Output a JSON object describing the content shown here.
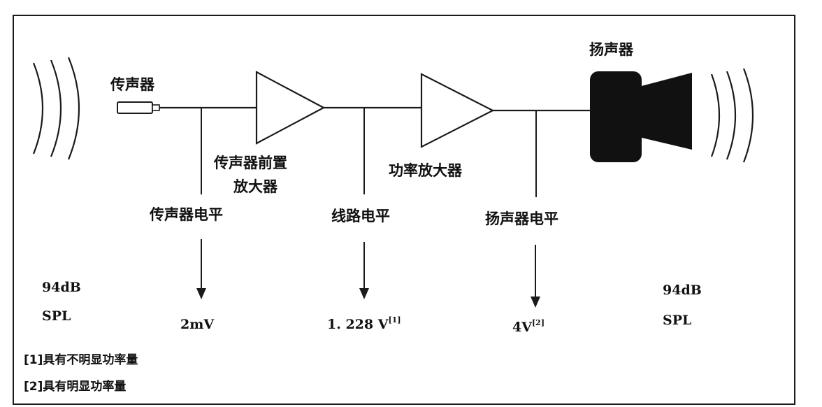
{
  "labels": {
    "microphone": "传声器",
    "mic_preamp_line1": "传声器前置",
    "mic_preamp_line2": "放大器",
    "power_amp": "功率放大器",
    "speaker": "扬声器",
    "mic_level": "传声器电平",
    "line_level": "线路电平",
    "speaker_level": "扬声器电平"
  },
  "values": {
    "spl_in_db": "94dB",
    "spl_in_unit": "SPL",
    "mic_level_value": "2mV",
    "line_level_value": "1. 228 V",
    "line_level_ref": "[1]",
    "speaker_level_value": "4V",
    "speaker_level_ref": "[2]",
    "spl_out_db": "94dB",
    "spl_out_unit": "SPL"
  },
  "notes": [
    "[1]具有不明显功率量",
    "[2]具有明显功率量"
  ],
  "colors": {
    "ink": "#1a1a1a",
    "speaker_fill": "#111111",
    "background": "#ffffff"
  }
}
